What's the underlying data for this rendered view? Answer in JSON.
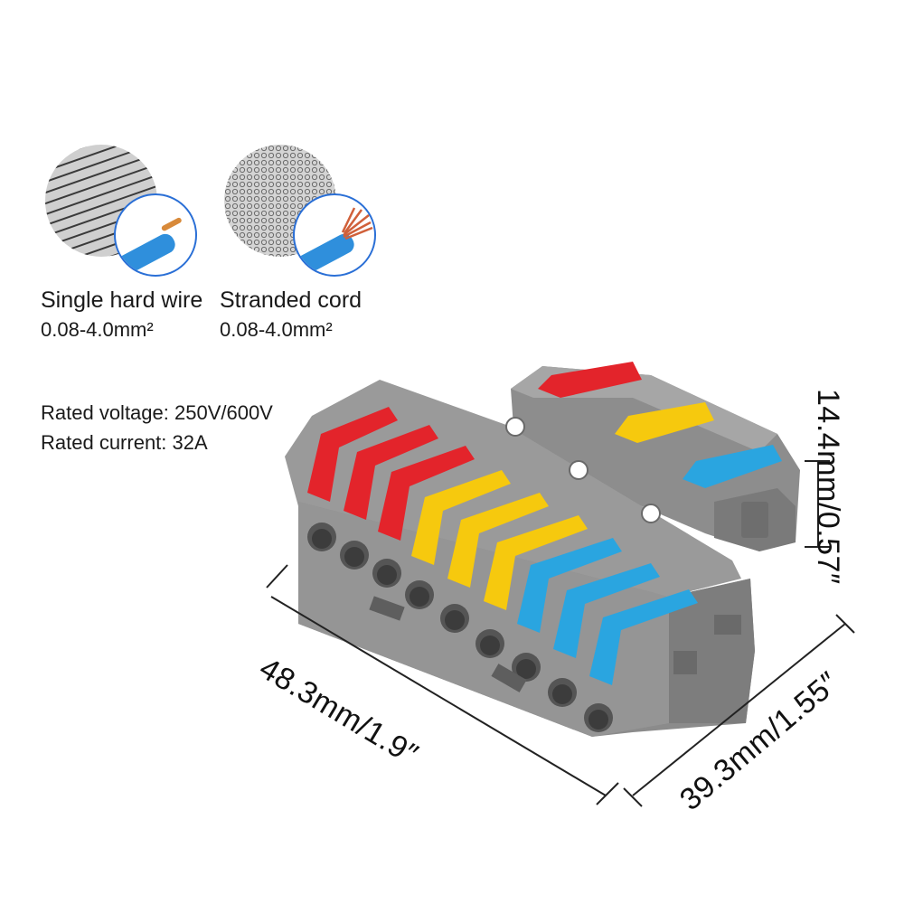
{
  "wire_types": [
    {
      "label": "Single hard wire",
      "spec": "0.08-4.0mm²",
      "icon": "single-hard-wire-icon"
    },
    {
      "label": "Stranded cord",
      "spec": "0.08-4.0mm²",
      "icon": "stranded-cord-icon"
    }
  ],
  "ratings": {
    "voltage": "Rated voltage: 250V/600V",
    "current": "Rated current: 32A"
  },
  "dimensions": {
    "length": "48.3mm/1.9″",
    "depth": "39.3mm/1.55″",
    "height": "14.4mm/0.57″"
  },
  "lever_colors": {
    "red": "#e3242b",
    "yellow": "#f6c90e",
    "blue": "#2aa5e0",
    "housing": "#8f8f8f"
  }
}
